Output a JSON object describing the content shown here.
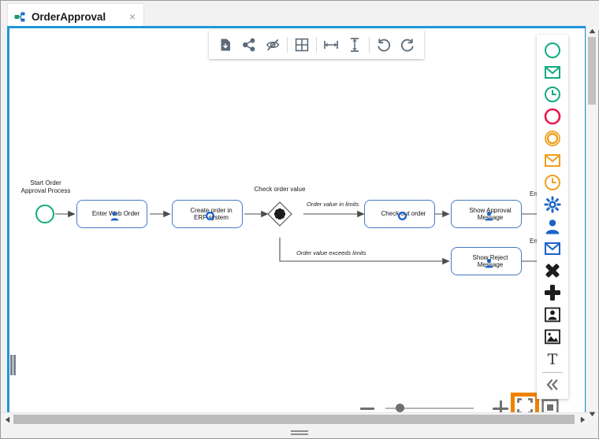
{
  "window": {
    "tab": {
      "title": "OrderApproval",
      "icon": "bpmn-diagram-icon",
      "close_label": "×"
    }
  },
  "toolbar": {
    "items": [
      {
        "name": "save-file-icon",
        "label": "Save"
      },
      {
        "name": "share-icon",
        "label": "Share"
      },
      {
        "name": "eye-slash-icon",
        "label": "Hide"
      },
      {
        "name": "grid-icon",
        "label": "Grid"
      },
      {
        "name": "align-horizontal-icon",
        "label": "Align horizontally"
      },
      {
        "name": "align-vertical-icon",
        "label": "Align vertically"
      },
      {
        "name": "undo-icon",
        "label": "Undo"
      },
      {
        "name": "redo-icon",
        "label": "Redo"
      }
    ]
  },
  "palette": {
    "items": [
      {
        "name": "start-event-icon",
        "label": "Start Event",
        "color": "#12ab7f"
      },
      {
        "name": "message-start-event-icon",
        "label": "Message Start Event",
        "color": "#12ab7f"
      },
      {
        "name": "timer-start-event-icon",
        "label": "Timer Start Event",
        "color": "#12ab7f"
      },
      {
        "name": "end-event-icon",
        "label": "End Event",
        "color": "#e8174a"
      },
      {
        "name": "intermediate-event-icon",
        "label": "Intermediate Event",
        "color": "#eda01e"
      },
      {
        "name": "message-intermediate-event-icon",
        "label": "Message Intermediate Event",
        "color": "#eda01e"
      },
      {
        "name": "timer-intermediate-event-icon",
        "label": "Timer Intermediate Event",
        "color": "#eda01e"
      },
      {
        "name": "service-task-icon",
        "label": "Service Task",
        "color": "#1a62c8"
      },
      {
        "name": "user-task-icon",
        "label": "User Task",
        "color": "#1a62c8"
      },
      {
        "name": "message-task-icon",
        "label": "Message Task",
        "color": "#1a62c8"
      },
      {
        "name": "exclusive-gateway-icon",
        "label": "Exclusive Gateway",
        "color": "#1c1c1c"
      },
      {
        "name": "parallel-gateway-icon",
        "label": "Parallel Gateway",
        "color": "#1c1c1c"
      },
      {
        "name": "pool-icon",
        "label": "Pool",
        "color": "#1c1c1c"
      },
      {
        "name": "image-icon",
        "label": "Image",
        "color": "#1c1c1c"
      },
      {
        "name": "text-icon",
        "label": "Text",
        "color": "#1c1c1c"
      }
    ],
    "collapse_label": "«",
    "collapse_name": "collapse-palette-icon"
  },
  "diagram": {
    "nodes": [
      {
        "id": "start",
        "type": "start-event",
        "label": "Start Order\nApproval Process"
      },
      {
        "id": "task1",
        "type": "user-task",
        "label": "Enter Web Order"
      },
      {
        "id": "task2",
        "type": "service-task",
        "label": "Create order in\nERP system"
      },
      {
        "id": "gateway",
        "type": "gateway",
        "label": "Check order value"
      },
      {
        "id": "task3",
        "type": "service-task",
        "label": "Check out order"
      },
      {
        "id": "task4",
        "type": "user-task",
        "label": "Show Approval\nMessage"
      },
      {
        "id": "task5",
        "type": "user-task",
        "label": "Show Reject\nMessage"
      },
      {
        "id": "end1",
        "type": "end-event",
        "label": "End ap"
      },
      {
        "id": "end2",
        "type": "end-event",
        "label": "End re"
      }
    ],
    "flow_labels": [
      {
        "id": "flow-yes",
        "text": "Order value in limits"
      },
      {
        "id": "flow-no",
        "text": "Order value exceeds limits"
      }
    ]
  },
  "zoom_controls": {
    "zoom_out_label": "−",
    "zoom_in_label": "+",
    "fullscreen_name": "fullscreen-icon",
    "fit_page_name": "fit-to-page-icon",
    "highlight_color": "#ef8200"
  }
}
